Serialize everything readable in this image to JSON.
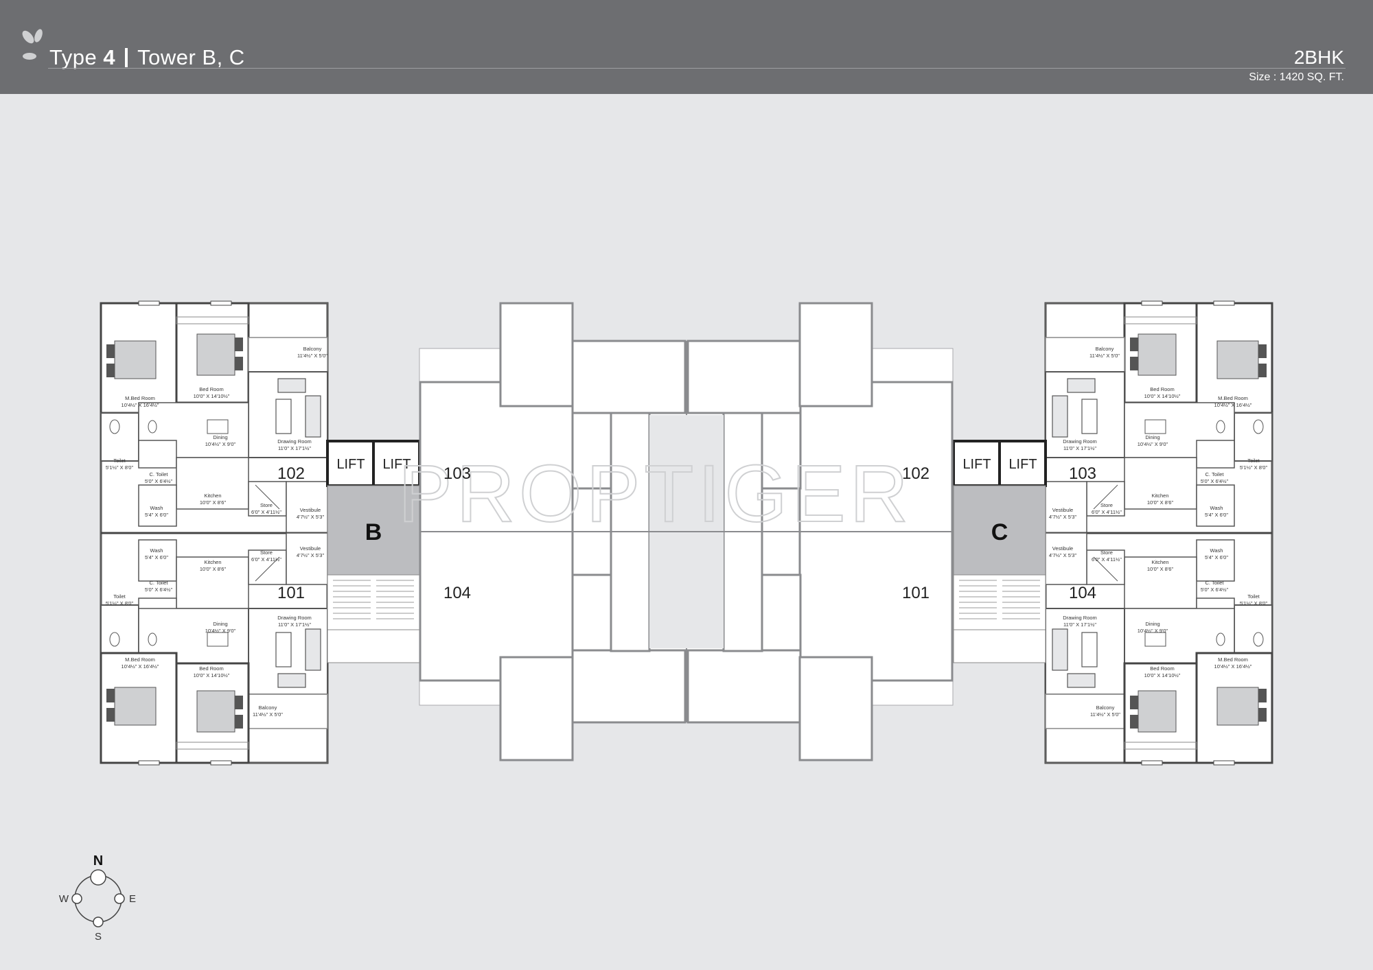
{
  "header": {
    "type_word": "Type",
    "type_num": "4",
    "tower": "Tower B, C",
    "config": "2BHK",
    "size": "Size : 1420 SQ. FT."
  },
  "watermark": "PROPTIGER",
  "towers": {
    "b": "B",
    "c": "C"
  },
  "lift_label": "LIFT",
  "units": {
    "b_102": "102",
    "b_101": "101",
    "b_103": "103",
    "b_104": "104",
    "c_102": "102",
    "c_101": "101",
    "c_103": "103",
    "c_104": "104"
  },
  "rooms": {
    "balcony": {
      "name": "Balcony",
      "dim": "11'4½\" X 5'0\""
    },
    "bedroom": {
      "name": "Bed Room",
      "dim": "10'0\" X 14'10½\""
    },
    "mbedroom": {
      "name": "M.Bed Room",
      "dim": "10'4½\" X 16'4½\""
    },
    "dining": {
      "name": "Dining",
      "dim": "10'4½\" X 9'0\""
    },
    "drawing": {
      "name": "Drawing Room",
      "dim": "11'0\" X 17'1½\""
    },
    "toilet": {
      "name": "Toilet",
      "dim": "5'1½\" X 8'0\""
    },
    "ctoilet": {
      "name": "C. Toilet",
      "dim": "5'0\" X 6'4½\""
    },
    "kitchen": {
      "name": "Kitchen",
      "dim": "10'0\" X 8'6\""
    },
    "store": {
      "name": "Store",
      "dim": "6'0\" X 4'11½\""
    },
    "wash": {
      "name": "Wash",
      "dim": "5'4\" X 6'0\""
    },
    "vestibule": {
      "name": "Vestibule",
      "dim": "4'7½\" X 5'3\""
    }
  },
  "compass": {
    "n": "N",
    "s": "S",
    "e": "E",
    "w": "W"
  }
}
